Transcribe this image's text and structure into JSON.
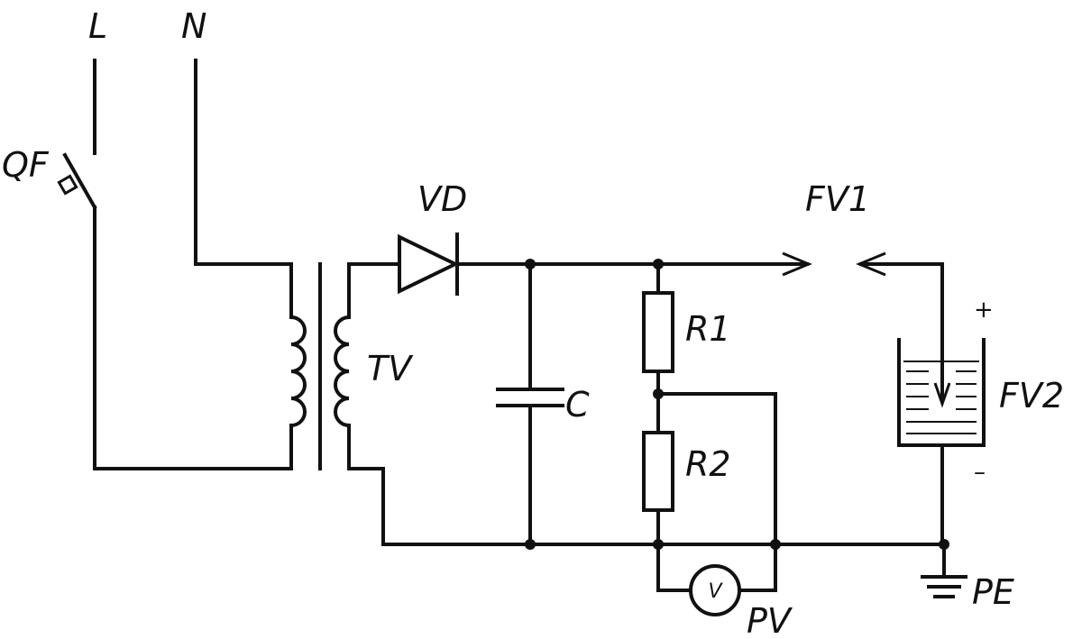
{
  "labels": {
    "line": "L",
    "neutral": "N",
    "breaker": "QF",
    "transformer": "TV",
    "diode": "VD",
    "capacitor": "C",
    "resistor1": "R1",
    "resistor2": "R2",
    "spark_gap": "FV1",
    "cell": "FV2",
    "voltmeter": "PV",
    "voltmeter_symbol": "V",
    "ground": "PE",
    "plus": "+",
    "minus": "–"
  }
}
